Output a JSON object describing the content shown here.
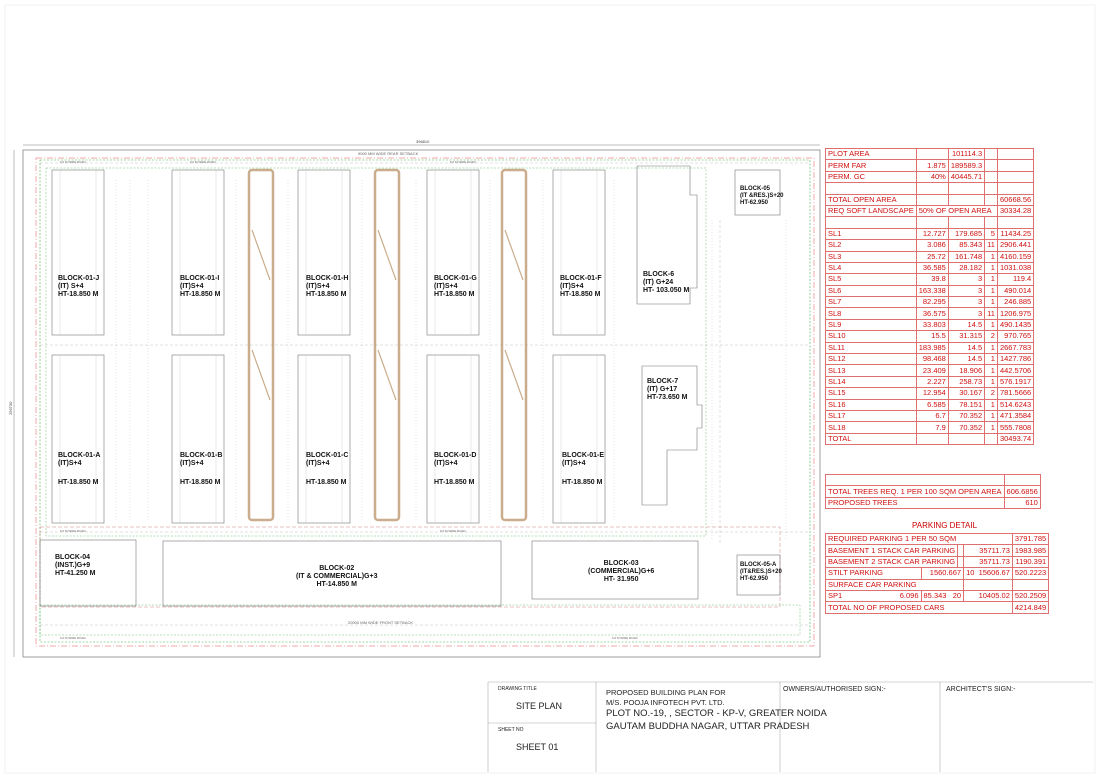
{
  "title_block": {
    "drawing_title_label": "DRAWING TITLE",
    "drawing_title": "SITE PLAN",
    "sheet_no_label": "SHEET NO",
    "sheet_no": "SHEET 01",
    "project_line1": "PROPOSED BUILDING PLAN FOR",
    "project_line2": "M/S. POOJA INFOTECH PVT. LTD.",
    "project_line3": "PLOT NO.-19, , SECTOR - KP-V, GREATER NOIDA",
    "project_line4": "GAUTAM BUDDHA NAGAR, UTTAR PRADESH",
    "owner_sign": "OWNERS/AUTHORISED SIGN:-",
    "architect_sign": "ARCHITECT'S SIGN:-"
  },
  "plan": {
    "overall_dim": "396810",
    "side_dim": "256730",
    "rear_setback": "9000 MM WIDE REAR SETBACK",
    "front_setback": "20000 MM WIDE FRONT SETBACK",
    "road_label": "6.0 M WIDE ROAD",
    "blocks": [
      {
        "id": "01-J",
        "lines": [
          "BLOCK-01-J",
          "(IT) S+4",
          "HT-18.850 M"
        ]
      },
      {
        "id": "01-I",
        "lines": [
          "BLOCK-01-I",
          "(IT)S+4",
          "HT-18.850 M"
        ]
      },
      {
        "id": "01-H",
        "lines": [
          "BLOCK-01-H",
          "(IT)S+4",
          "HT-18.850 M"
        ]
      },
      {
        "id": "01-G",
        "lines": [
          "BLOCK-01-G",
          "(IT)S+4",
          "HT-18.850 M"
        ]
      },
      {
        "id": "01-F",
        "lines": [
          "BLOCK-01-F",
          "(IT)S+4",
          "HT-18.850 M"
        ]
      },
      {
        "id": "6",
        "lines": [
          "BLOCK-6",
          "(IT) G+24",
          "HT- 103.050 M"
        ]
      },
      {
        "id": "05",
        "lines": [
          "BLOCK-05",
          "(IT &RES.)S+20",
          "HT-62.950"
        ]
      },
      {
        "id": "01-A",
        "lines": [
          "BLOCK-01-A",
          "(IT)S+4",
          "",
          "HT-18.850 M"
        ]
      },
      {
        "id": "01-B",
        "lines": [
          "BLOCK-01-B",
          "(IT)S+4",
          "",
          "HT-18.850 M"
        ]
      },
      {
        "id": "01-C",
        "lines": [
          "BLOCK-01-C",
          "(IT)S+4",
          "",
          "HT-18.850 M"
        ]
      },
      {
        "id": "01-D",
        "lines": [
          "BLOCK-01-D",
          "(IT)S+4",
          "",
          "HT-18.850 M"
        ]
      },
      {
        "id": "01-E",
        "lines": [
          "BLOCK-01-E",
          "(IT)S+4",
          "",
          "HT-18.850 M"
        ]
      },
      {
        "id": "7",
        "lines": [
          "BLOCK-7",
          "(IT) G+17",
          "HT-73.650 M"
        ]
      },
      {
        "id": "04",
        "lines": [
          "BLOCK-04",
          "(INST.)G+9",
          "HT-41.250 M"
        ]
      },
      {
        "id": "02",
        "lines": [
          "BLOCK-02",
          "(IT & COMMERCIAL)G+3",
          "HT-14.850 M"
        ]
      },
      {
        "id": "03",
        "lines": [
          "BLOCK-03",
          "(COMMERCIAL)G+6",
          "HT- 31.950"
        ]
      },
      {
        "id": "05-A",
        "lines": [
          "BLOCK-05-A",
          "(IT&RES.)S+20",
          "HT-62.950"
        ]
      }
    ]
  },
  "area_table": {
    "rows": [
      [
        "PLOT AREA",
        "",
        "101114.3",
        "",
        ""
      ],
      [
        "PERM FAR",
        "1.875",
        "189589.3",
        "",
        ""
      ],
      [
        "PERM. GC",
        "40%",
        "40445.71",
        "",
        ""
      ],
      [
        "",
        "",
        "",
        "",
        ""
      ],
      [
        "TOTAL OPEN AREA",
        "",
        "",
        "",
        "60668.56"
      ],
      [
        "REQ SOFT LANDSCAPE",
        "50% OF OPEN AREA",
        "",
        "",
        "30334.28"
      ],
      [
        "",
        "",
        "",
        "",
        ""
      ],
      [
        "SL1",
        "12.727",
        "179.685",
        "5",
        "11434.25"
      ],
      [
        "SL2",
        "3.086",
        "85.343",
        "11",
        "2906.441"
      ],
      [
        "SL3",
        "25.72",
        "161.748",
        "1",
        "4160.159"
      ],
      [
        "SL4",
        "36.585",
        "28.182",
        "1",
        "1031.038"
      ],
      [
        "SL5",
        "39.8",
        "3",
        "1",
        "119.4"
      ],
      [
        "SL6",
        "163.338",
        "3",
        "1",
        "490.014"
      ],
      [
        "SL7",
        "82.295",
        "3",
        "1",
        "246.885"
      ],
      [
        "SL8",
        "36.575",
        "3",
        "11",
        "1206.975"
      ],
      [
        "SL9",
        "33.803",
        "14.5",
        "1",
        "490.1435"
      ],
      [
        "SL10",
        "15.5",
        "31.315",
        "2",
        "970.765"
      ],
      [
        "SL11",
        "183.985",
        "14.5",
        "1",
        "2667.783"
      ],
      [
        "SL12",
        "98.468",
        "14.5",
        "1",
        "1427.786"
      ],
      [
        "SL13",
        "23.409",
        "18.906",
        "1",
        "442.5706"
      ],
      [
        "SL14",
        "2.227",
        "258.73",
        "1",
        "576.1917"
      ],
      [
        "SL15",
        "12.954",
        "30.167",
        "2",
        "781.5666"
      ],
      [
        "SL16",
        "6.585",
        "78.151",
        "1",
        "514.6243"
      ],
      [
        "SL17",
        "6.7",
        "70.352",
        "1",
        "471.3584"
      ],
      [
        "SL18",
        "7.9",
        "70.352",
        "1",
        "555.7808"
      ],
      [
        "TOTAL",
        "",
        "",
        "",
        "30493.74"
      ]
    ]
  },
  "trees_table": {
    "rows": [
      [
        "TOTAL TREES REQ. 1 PER 100 SQM OPEN AREA",
        "606.6856"
      ],
      [
        "PROPOSED TREES",
        "610"
      ]
    ]
  },
  "parking_table": {
    "title": "PARKING DETAIL",
    "rows": [
      [
        "REQUIRED PARKING 1 PER 50 SQM",
        "",
        "",
        "",
        "3791.785"
      ],
      [
        "BASEMENT 1 STACK CAR PARKING",
        "",
        "35711.73",
        "1983.985",
        ""
      ],
      [
        "BASEMENT 2 STACK CAR PARKING",
        "",
        "35711.73",
        "1190.391",
        ""
      ],
      [
        "STILT PARKING",
        "1560.667",
        "10",
        "15606.67",
        "520.2223"
      ],
      [
        "SURFACE CAR PARKING",
        "",
        "",
        "",
        ""
      ],
      [
        "SP1",
        "6.096",
        "85.343",
        "20",
        "10405.02",
        "520.2509"
      ],
      [
        "TOTAL NO OF PROPOSED CARS",
        "",
        "",
        "",
        "4214.849"
      ]
    ]
  },
  "colors": {
    "table_red": "#d01010",
    "line_red": "#e05050",
    "green_dash": "#4caf50",
    "tan": "#c9ad8c"
  }
}
